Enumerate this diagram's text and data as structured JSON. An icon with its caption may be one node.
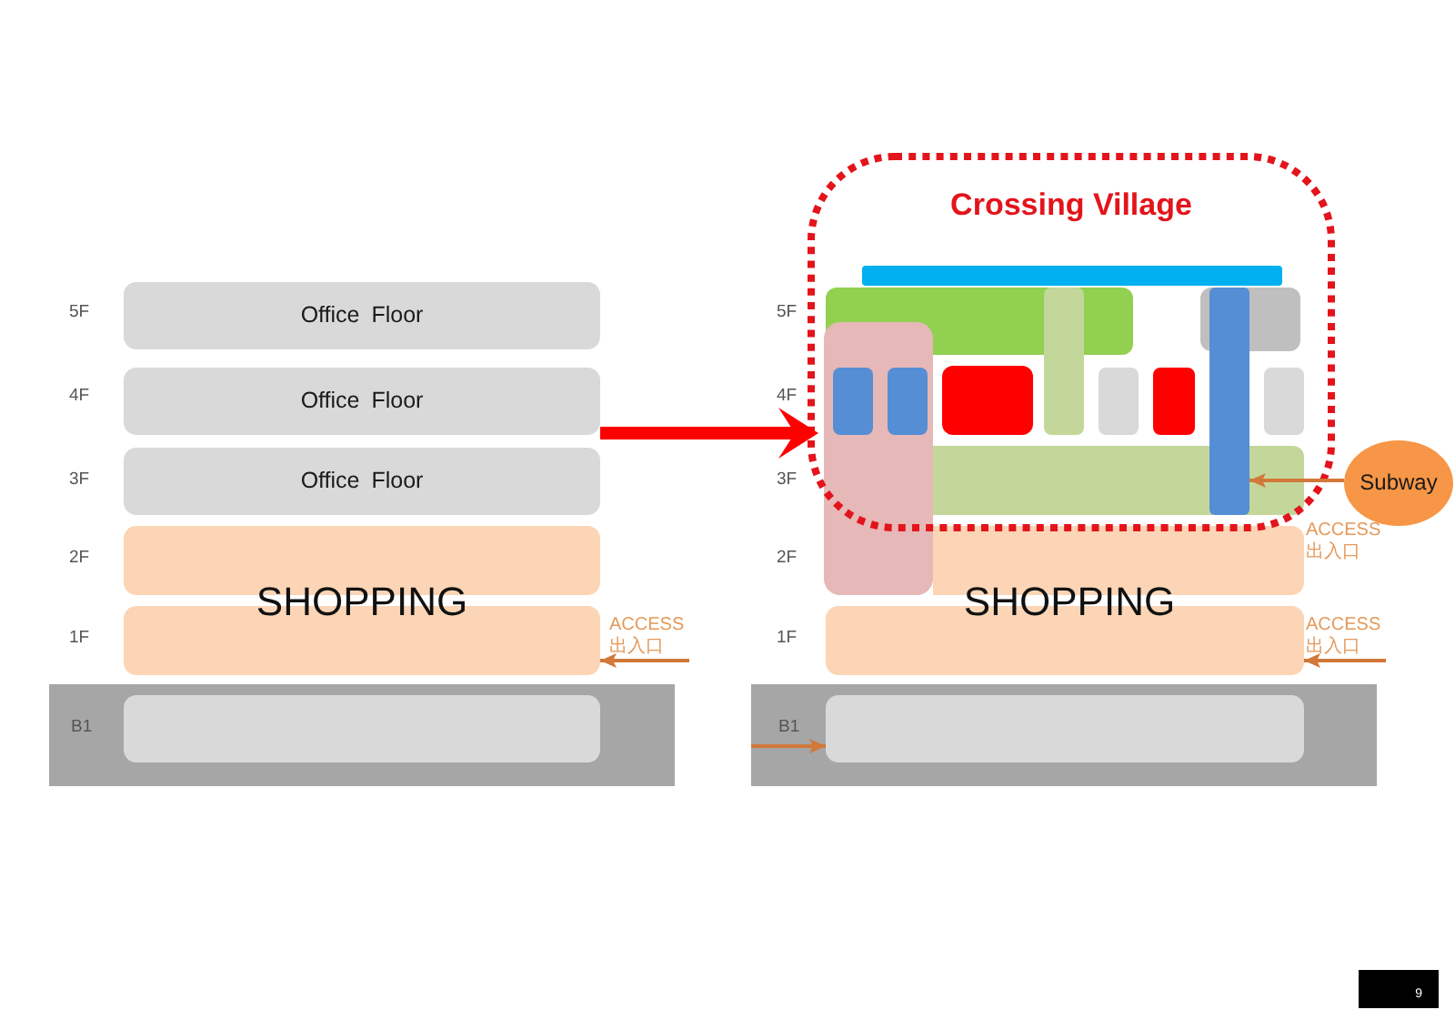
{
  "diagram": {
    "nodes": [
      {
        "text": [
          "Office Floor"
        ]
      },
      {
        "text": [
          "Office Floor"
        ]
      },
      {
        "text": [
          "Office Floor"
        ]
      },
      {
        "text": [],
        "shape": "box"
      },
      {
        "text": [],
        "shape": "box"
      },
      {
        "text": [
          "ACCESS 出入口"
        ]
      },
      {
        "text": [
          "B1"
        ]
      },
      {
        "text": [],
        "shape": "box",
        "in": 6
      },
      {
        "text": [
          "Crossing Village"
        ]
      },
      {
        "text": [],
        "shape": "bar",
        "in": 8
      },
      {
        "text": [
          "Subway"
        ]
      },
      {
        "text": [],
        "shape": "box"
      },
      {
        "text": [],
        "shape": "box"
      },
      {
        "text": [
          "ACCESS 出入口"
        ]
      },
      {
        "text": [
          "B1"
        ]
      },
      {
        "text": [],
        "shape": "box",
        "in": 14
      }
    ],
    "edges": [
      {
        "from": 1,
        "to": 8,
        "arrow": "to",
        "style": "thick",
        "color": "#ff0000"
      },
      {
        "from": 5,
        "to": 4,
        "arrow": "to"
      },
      {
        "from": 10,
        "to": 9,
        "arrow": "to"
      },
      {
        "from": 13,
        "to": 12,
        "arrow": "to"
      },
      {
        "from": null,
        "to": 15,
        "arrow": "to"
      }
    ],
    "labels": [
      "5F",
      "4F",
      "3F",
      "2F",
      "SHOPPING",
      "1F",
      "5F",
      "4F",
      "3F",
      "2F",
      "ACCESS 出入口",
      "SHOPPING",
      "1F",
      "9"
    ]
  }
}
